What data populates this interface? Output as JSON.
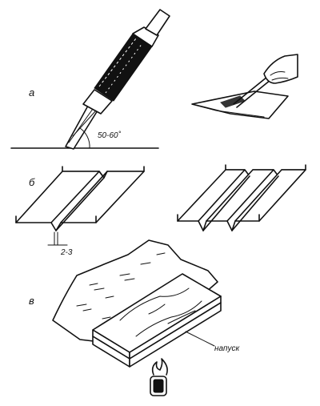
{
  "labels": {
    "section_a": "а",
    "section_b": "б",
    "section_v": "в",
    "angle": "50-60˚",
    "gap": "2-3",
    "overlap": "напуск"
  },
  "icons": {
    "heat_gun": "heat-gun-icon",
    "hand_tool": "hand-roller-icon",
    "sheet_single": "folded-sheet-icon",
    "sheet_double": "double-folded-sheet-icon",
    "roof_layers": "roofing-layers-icon",
    "flame": "flame-icon"
  }
}
